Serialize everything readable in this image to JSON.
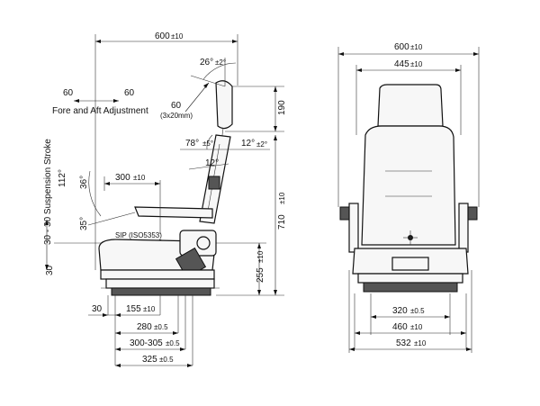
{
  "side_view": {
    "fore_aft": {
      "left": "60",
      "right": "60",
      "label": "Fore and Aft Adjustment"
    },
    "suspension_label": "30 - 30 Suspension Stroke",
    "dims": {
      "overall_width": "600",
      "overall_width_tol": "±10",
      "headrest_angle": "26°",
      "headrest_angle_tol": "±2°",
      "headrest_adjust": "60",
      "headrest_adjust_note": "(3x20mm)",
      "headrest_height": "190",
      "back_angle": "78°",
      "back_angle_tol": "±5°",
      "back_recline": "12°",
      "back_recline_tol": "±2°",
      "back_tilt": "12°",
      "armrest_angle_up": "112°",
      "armrest_angle_mid": "36°",
      "armrest_angle_low": "35°",
      "armrest_length": "300",
      "armrest_length_tol": "±10",
      "sip_label": "SIP (ISO5353)",
      "total_height": "710",
      "total_height_tol": "±10",
      "seat_height": "255",
      "seat_height_tol": "±10",
      "left_offset": "30",
      "side_offset": "30",
      "d155": "155",
      "d155_tol": "±10",
      "d280": "280",
      "d280_tol": "±0.5",
      "d300": "300-305",
      "d300_tol": "±0.5",
      "d325": "325",
      "d325_tol": "±0.5"
    }
  },
  "front_view": {
    "dims": {
      "overall_width": "600",
      "overall_width_tol": "±10",
      "back_width": "445",
      "back_width_tol": "±10",
      "mount_inner": "320",
      "mount_inner_tol": "±0.5",
      "mount_outer": "460",
      "mount_outer_tol": "±10",
      "base_width": "532",
      "base_width_tol": "±10"
    }
  }
}
